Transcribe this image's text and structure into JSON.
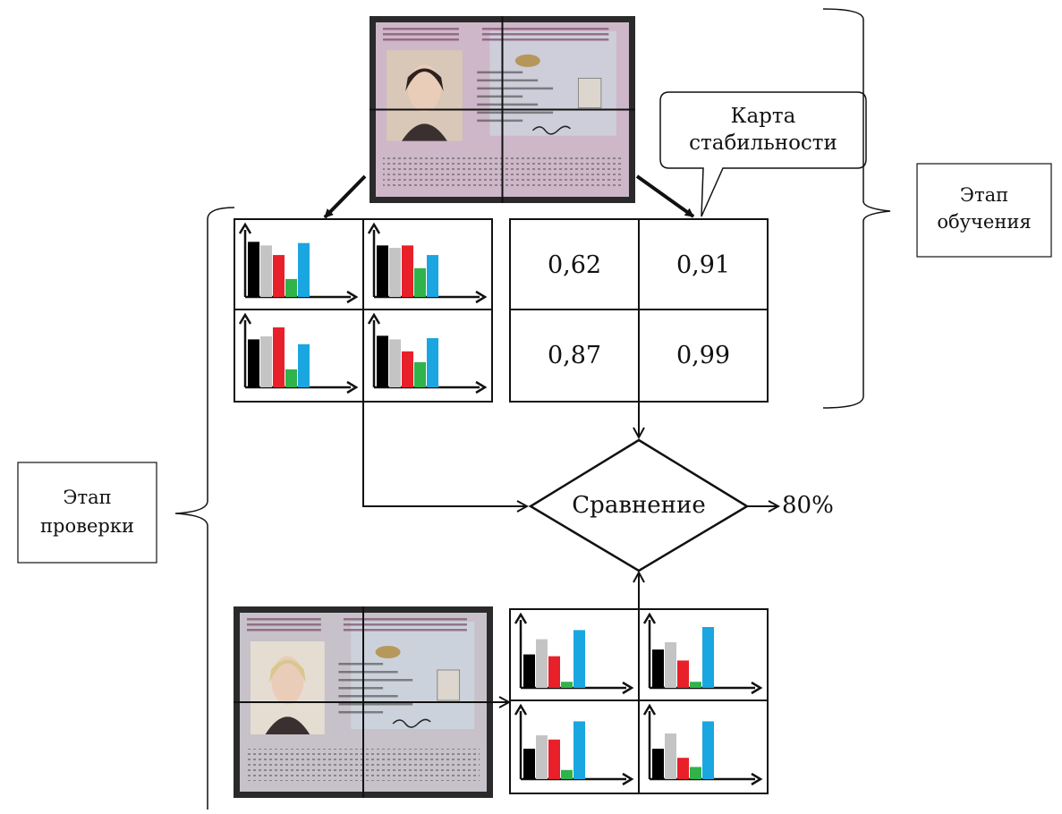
{
  "callout": {
    "line1": "Карта",
    "line2": "стабильности"
  },
  "training_stage": {
    "line1": "Этап",
    "line2": "обучения"
  },
  "check_stage": {
    "line1": "Этап",
    "line2": "проверки"
  },
  "stability_map": {
    "values": [
      "0,62",
      "0,91",
      "0,87",
      "0,99"
    ]
  },
  "comparison": {
    "label": "Сравнение",
    "result": "80%"
  },
  "colors": {
    "bar_black": "#000000",
    "bar_gray": "#c4c4c4",
    "bar_red": "#e8202a",
    "bar_green": "#2fb34a",
    "bar_blue": "#1aa6e0",
    "stroke": "#111111"
  },
  "histograms": {
    "reference": [
      [
        0.92,
        0.86,
        0.7,
        0.3,
        0.9
      ],
      [
        0.86,
        0.82,
        0.86,
        0.48,
        0.7
      ],
      [
        0.8,
        0.85,
        1.0,
        0.3,
        0.72
      ],
      [
        0.86,
        0.8,
        0.6,
        0.42,
        0.82
      ]
    ],
    "candidate": [
      [
        0.55,
        0.8,
        0.52,
        0.1,
        0.95
      ],
      [
        0.63,
        0.75,
        0.45,
        0.1,
        1.0
      ],
      [
        0.5,
        0.72,
        0.65,
        0.15,
        0.95
      ],
      [
        0.5,
        0.75,
        0.35,
        0.2,
        0.95
      ]
    ]
  },
  "documents": [
    {
      "name": "reference-document",
      "photo_tone": "#d9c7b8",
      "bg": "#cdb7c8"
    },
    {
      "name": "candidate-document",
      "photo_tone": "#e6ddd2",
      "bg": "#c7c1c9"
    }
  ]
}
